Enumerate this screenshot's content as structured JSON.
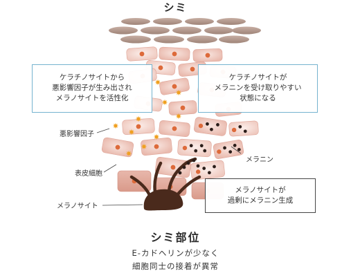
{
  "title": "シミ",
  "callouts": {
    "left": [
      "ケラチノサイトから",
      "悪影響因子が生み出され",
      "メラノサイトを活性化"
    ],
    "right": [
      "ケラチノサイトが",
      "メラニンを受け取りやすい",
      "状態になる"
    ],
    "bottom": [
      "メラノサイトが",
      "過剰にメラニン生成"
    ]
  },
  "labels": {
    "factor": "悪影響因子",
    "melanin": "メラニン",
    "epidermal_cell": "表皮細胞",
    "melanocyte": "メラノサイト"
  },
  "caption": {
    "title": "シミ部位",
    "line1": "E-カドヘリンが少なく",
    "line2": "細胞同士の接着が異常"
  },
  "colors": {
    "flat_cell": "#b49a8e",
    "cell_fill": "#f1cdc3",
    "cell_fill_light": "#f6ded7",
    "nucleus": "#dd6a3a",
    "melanin": "#2b1d19",
    "melanocyte_body": "#4a2a1c",
    "factor": "#f0a020",
    "callout_blue": "#74b3cf"
  }
}
